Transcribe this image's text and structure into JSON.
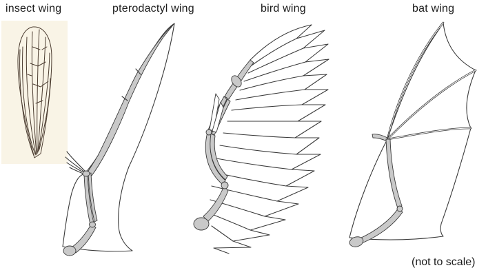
{
  "figure": {
    "panels": [
      {
        "id": "insect-wing",
        "label": "insect wing"
      },
      {
        "id": "pterodactyl-wing",
        "label": "pterodactyl wing"
      },
      {
        "id": "bird-wing",
        "label": "bird wing"
      },
      {
        "id": "bat-wing",
        "label": "bat wing"
      }
    ],
    "footnote": "(not to scale)",
    "colors": {
      "background": "#ffffff",
      "label-text": "#1b1b1b",
      "outline": "#3a3a3a",
      "bone": "#c9c9c9",
      "insect-bg": "#f9f4e6",
      "insect-line": "#4a3b2f"
    }
  }
}
